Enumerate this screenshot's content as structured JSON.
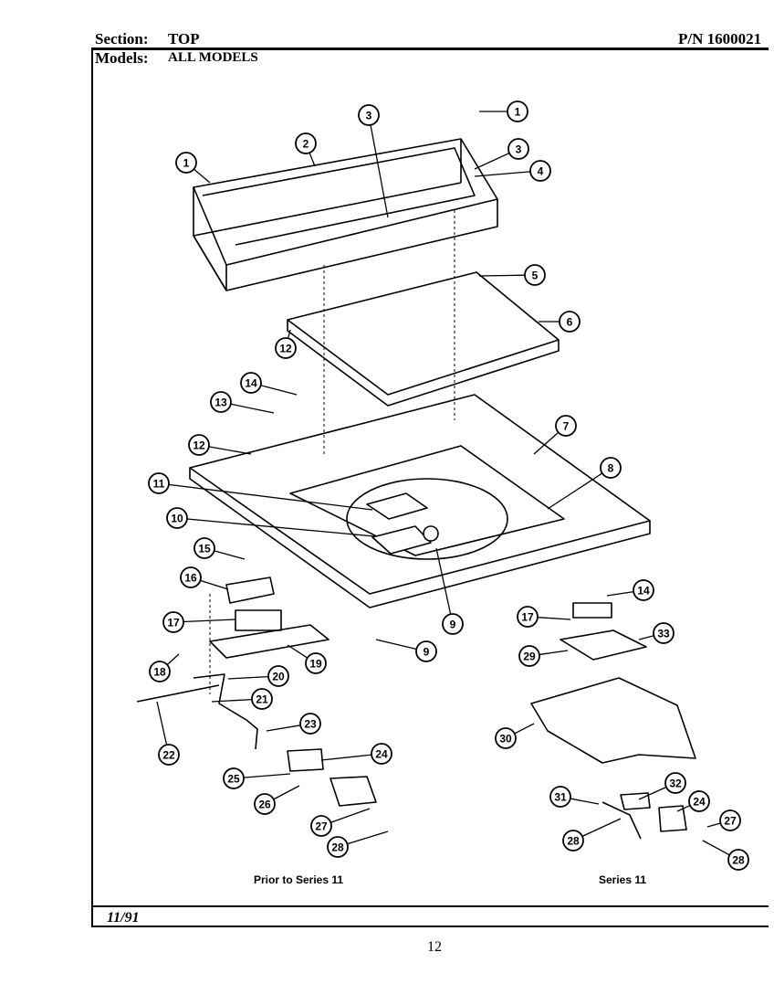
{
  "header": {
    "section_label": "Section:",
    "section_value": "TOP",
    "pn": "P/N 1600021",
    "models_label": "Models:",
    "models_value": "ALL MODELS"
  },
  "captions": {
    "left": "Prior to Series 11",
    "right": "Series 11"
  },
  "footer": {
    "date": "11/91",
    "page": "12"
  },
  "callouts": [
    "1",
    "2",
    "3",
    "3",
    "4",
    "1",
    "5",
    "6",
    "12",
    "14",
    "13",
    "7",
    "12",
    "8",
    "11",
    "10",
    "9",
    "15",
    "16",
    "17",
    "18",
    "20",
    "21",
    "19",
    "9",
    "22",
    "23",
    "24",
    "25",
    "26",
    "27",
    "28",
    "14",
    "17",
    "33",
    "29",
    "30",
    "31",
    "32",
    "24",
    "27",
    "28",
    "28"
  ]
}
